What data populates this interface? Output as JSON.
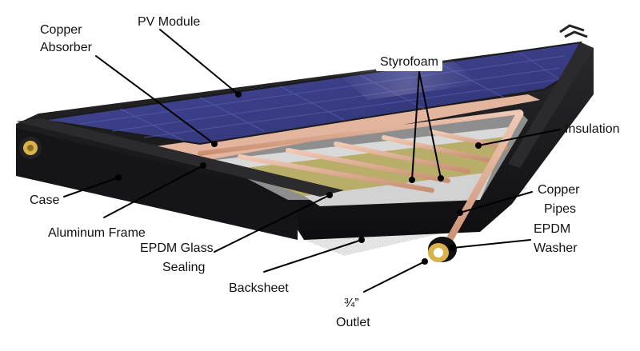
{
  "labels": {
    "pv_module": "PV Module",
    "copper_absorber_1": "Copper",
    "copper_absorber_2": "Absorber",
    "styrofoam": "Styrofoam",
    "insulation": "Insulation",
    "copper_pipes_1": "Copper",
    "copper_pipes_2": "Pipes",
    "epdm_washer_1": "EPDM",
    "epdm_washer_2": "Washer",
    "case": "Case",
    "aluminum_frame": "Aluminum Frame",
    "epdm_glass_sealing_1": "EPDM Glass",
    "epdm_glass_sealing_2": "Sealing",
    "backsheet": "Backsheet",
    "outlet_1": "¾”",
    "outlet_2": "Outlet"
  },
  "colors": {
    "pv_panel": "#3b3f8a",
    "pv_cell_line": "#5a5fb0",
    "frame": "#1c1c1e",
    "copper": "#e3b59f",
    "insulation": "#b9ad6a",
    "backsheet": "#e4e4e4",
    "brass": "#d9b34a",
    "leader": "#000000"
  }
}
